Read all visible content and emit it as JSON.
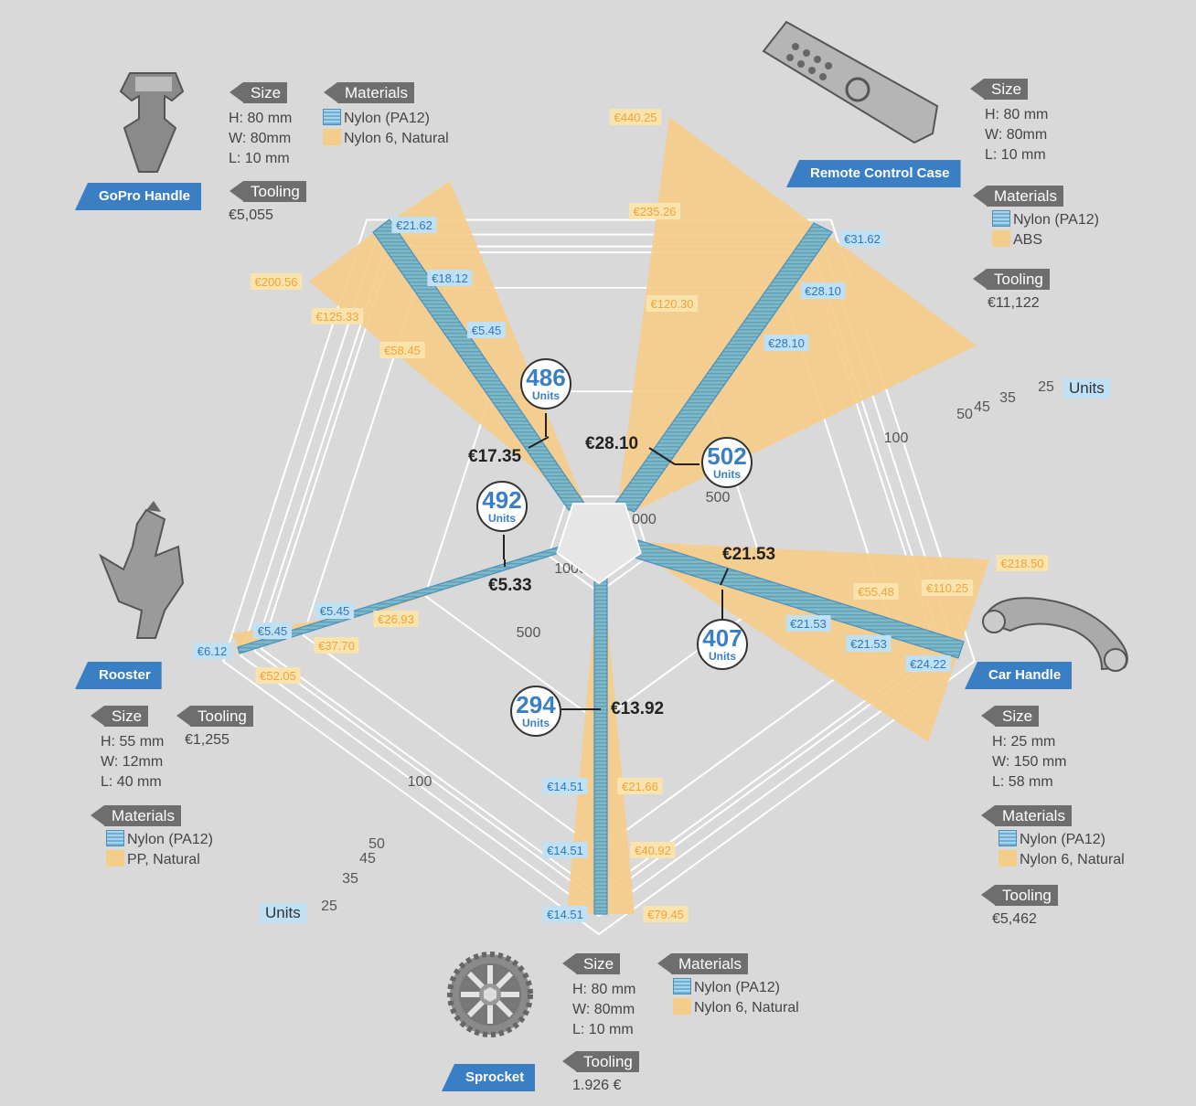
{
  "legend_units": "Units",
  "chart_data": {
    "type": "radar",
    "unit_levels": [
      25,
      35,
      45,
      50,
      100,
      500,
      1000
    ],
    "axes": [
      {
        "id": "gopro",
        "name": "GoPro Handle",
        "nylon_prices": [
          {
            "units": 25,
            "label": "€21.62"
          },
          {
            "units": 100,
            "label": "€18.12"
          },
          {
            "units": 500,
            "label": "€5.45"
          }
        ],
        "alt_prices": [
          {
            "units": 25,
            "label": "€200.56"
          },
          {
            "units": 35,
            "label": "€125.33"
          },
          {
            "units": 50,
            "label": "€58.45"
          }
        ],
        "breakeven": {
          "units": "486",
          "units_label": "Units",
          "price": "€17.35"
        },
        "info": {
          "size_title": "Size",
          "size_lines": [
            "H: 80 mm",
            "W: 80mm",
            "L: 10 mm"
          ],
          "materials_title": "Materials",
          "nylon": "Nylon (PA12)",
          "alt": "Nylon 6, Natural",
          "tooling_title": "Tooling",
          "tooling": "€5,055"
        },
        "icon": "gopro-handle-icon"
      },
      {
        "id": "remote",
        "name": "Remote Control Case",
        "nylon_prices": [
          {
            "units": 25,
            "label": "€31.62"
          },
          {
            "units": 50,
            "label": "€28.10"
          },
          {
            "units": 100,
            "label": "€28.10"
          }
        ],
        "alt_prices": [
          {
            "units": 25,
            "label": "€440.25"
          },
          {
            "units": 45,
            "label": "€235.26"
          },
          {
            "units": 100,
            "label": "€120.30"
          }
        ],
        "breakeven": {
          "units": "502",
          "units_label": "Units",
          "price": "€28.10"
        },
        "info": {
          "size_title": "Size",
          "size_lines": [
            "H: 80 mm",
            "W: 80mm",
            "L: 10 mm"
          ],
          "materials_title": "Materials",
          "nylon": "Nylon (PA12)",
          "alt": "ABS",
          "tooling_title": "Tooling",
          "tooling": "€11,122"
        },
        "icon": "remote-control-icon"
      },
      {
        "id": "car",
        "name": "Car Handle",
        "nylon_prices": [
          {
            "units": 25,
            "label": "€24.22"
          },
          {
            "units": 35,
            "label": "€21.53"
          },
          {
            "units": 45,
            "label": "€21.53"
          }
        ],
        "alt_prices": [
          {
            "units": 25,
            "label": "€218.50"
          },
          {
            "units": 45,
            "label": "€110.25"
          },
          {
            "units": 50,
            "label": "€55.48"
          }
        ],
        "breakeven": {
          "units": "407",
          "units_label": "Units",
          "price": "€21.53"
        },
        "info": {
          "size_title": "Size",
          "size_lines": [
            "H: 25 mm",
            "W: 150 mm",
            "L: 58 mm"
          ],
          "materials_title": "Materials",
          "nylon": "Nylon (PA12)",
          "alt": "Nylon 6, Natural",
          "tooling_title": "Tooling",
          "tooling": "€5,462"
        },
        "icon": "car-handle-icon"
      },
      {
        "id": "sprocket",
        "name": "Sprocket",
        "nylon_prices": [
          {
            "units": 25,
            "label": "€14.51"
          },
          {
            "units": 50,
            "label": "€14.51"
          },
          {
            "units": 100,
            "label": "€14.51"
          }
        ],
        "alt_prices": [
          {
            "units": 25,
            "label": "€79.45"
          },
          {
            "units": 50,
            "label": "€40.92"
          },
          {
            "units": 100,
            "label": "€21.66"
          }
        ],
        "breakeven": {
          "units": "294",
          "units_label": "Units",
          "price": "€13.92"
        },
        "info": {
          "size_title": "Size",
          "size_lines": [
            "H: 80 mm",
            "W: 80mm",
            "L: 10 mm"
          ],
          "materials_title": "Materials",
          "nylon": "Nylon (PA12)",
          "alt": "Nylon 6, Natural",
          "tooling_title": "Tooling",
          "tooling": "1.926 €"
        },
        "icon": "sprocket-icon"
      },
      {
        "id": "rooster",
        "name": "Rooster",
        "nylon_prices": [
          {
            "units": 25,
            "label": "€6.12"
          },
          {
            "units": 35,
            "label": "€5.45"
          },
          {
            "units": 50,
            "label": "€5.45"
          }
        ],
        "alt_prices": [
          {
            "units": 35,
            "label": "€52.05"
          },
          {
            "units": 50,
            "label": "€37.70"
          },
          {
            "units": 100,
            "label": "€26.93"
          }
        ],
        "breakeven": {
          "units": "492",
          "units_label": "Units",
          "price": "€5.33"
        },
        "info": {
          "size_title": "Size",
          "size_lines": [
            "H: 55 mm",
            "W: 12mm",
            "L: 40 mm"
          ],
          "materials_title": "Materials",
          "nylon": "Nylon (PA12)",
          "alt": "PP, Natural",
          "tooling_title": "Tooling",
          "tooling": "€1,255"
        },
        "icon": "rooster-icon"
      }
    ],
    "colors": {
      "nylon": "#6fb0d2",
      "nylon_edge": "#4a90bf",
      "alt": "#f5cd8a",
      "grid": "#ffffff",
      "accent": "#3a7fc4"
    }
  }
}
